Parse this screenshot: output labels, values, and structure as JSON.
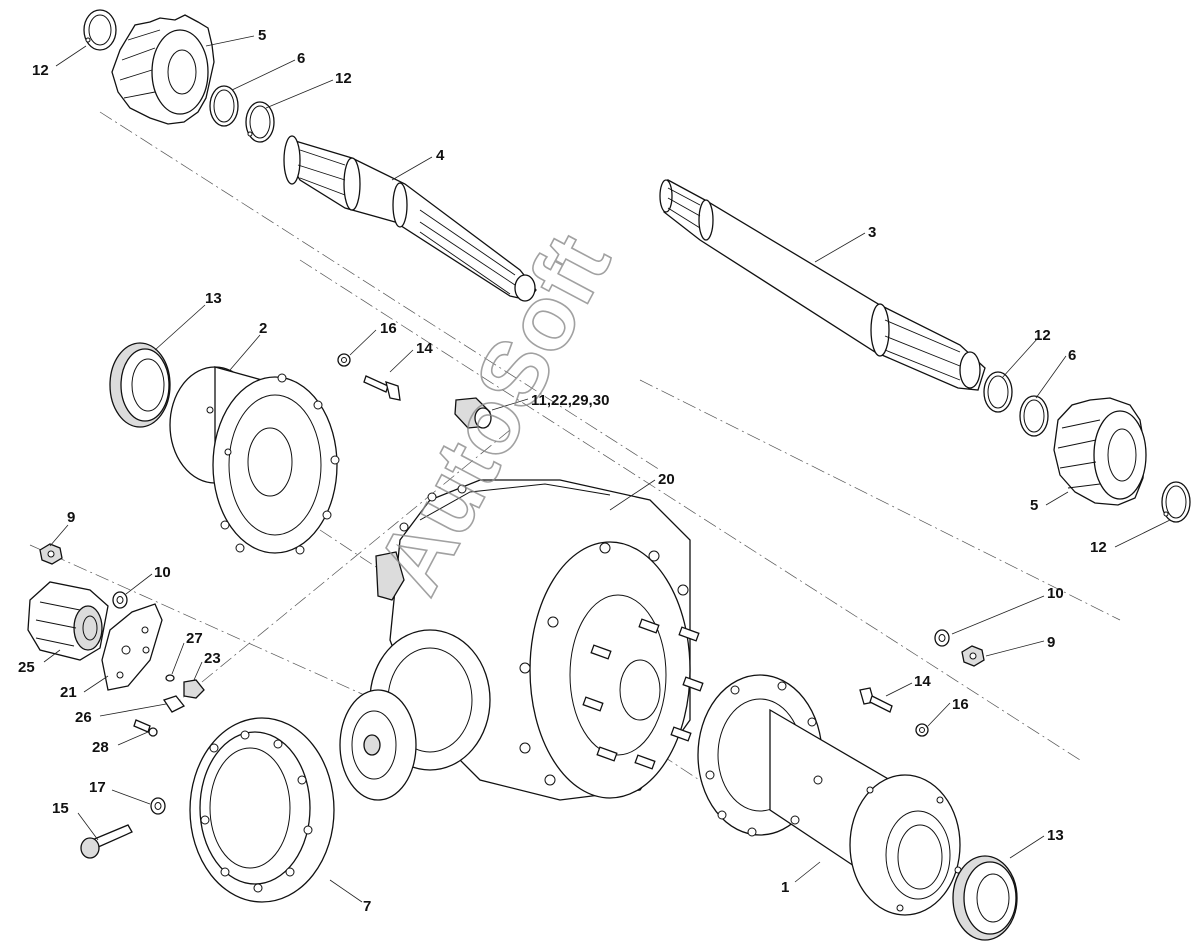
{
  "watermark": "AutoSoft",
  "callouts": [
    {
      "id": "c12a",
      "text": "12"
    },
    {
      "id": "c5a",
      "text": "5"
    },
    {
      "id": "c6a",
      "text": "6"
    },
    {
      "id": "c12b",
      "text": "12"
    },
    {
      "id": "c4",
      "text": "4"
    },
    {
      "id": "c3",
      "text": "3"
    },
    {
      "id": "c13a",
      "text": "13"
    },
    {
      "id": "c2",
      "text": "2"
    },
    {
      "id": "c16a",
      "text": "16"
    },
    {
      "id": "c14a",
      "text": "14"
    },
    {
      "id": "c11",
      "text": "11,22,29,30"
    },
    {
      "id": "c12c",
      "text": "12"
    },
    {
      "id": "c6b",
      "text": "6"
    },
    {
      "id": "c20",
      "text": "20"
    },
    {
      "id": "c5b",
      "text": "5"
    },
    {
      "id": "c12d",
      "text": "12"
    },
    {
      "id": "c9a",
      "text": "9"
    },
    {
      "id": "c10a",
      "text": "10"
    },
    {
      "id": "c25",
      "text": "25"
    },
    {
      "id": "c27",
      "text": "27"
    },
    {
      "id": "c23",
      "text": "23"
    },
    {
      "id": "c21",
      "text": "21"
    },
    {
      "id": "c26",
      "text": "26"
    },
    {
      "id": "c28",
      "text": "28"
    },
    {
      "id": "c10b",
      "text": "10"
    },
    {
      "id": "c9b",
      "text": "9"
    },
    {
      "id": "c14b",
      "text": "14"
    },
    {
      "id": "c16b",
      "text": "16"
    },
    {
      "id": "c17",
      "text": "17"
    },
    {
      "id": "c15",
      "text": "15"
    },
    {
      "id": "c13b",
      "text": "13"
    },
    {
      "id": "c1",
      "text": "1"
    },
    {
      "id": "c7",
      "text": "7"
    }
  ]
}
